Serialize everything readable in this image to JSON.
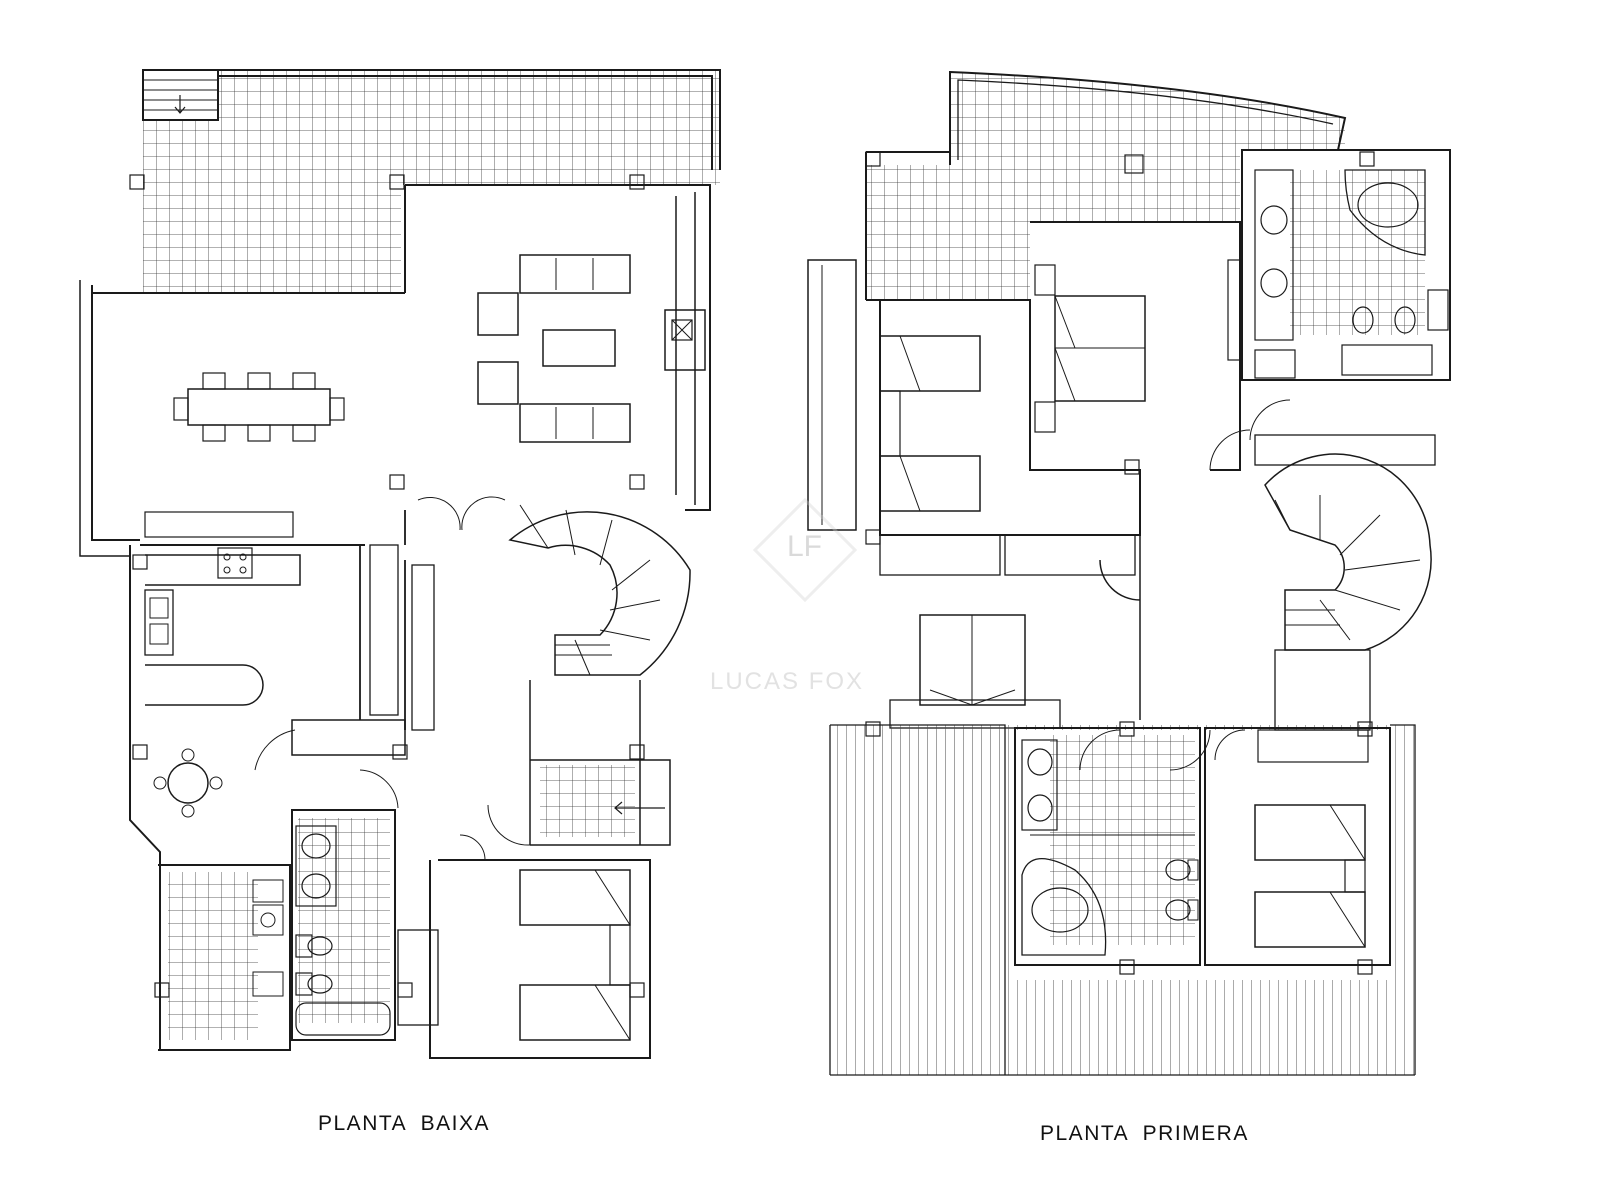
{
  "plans": {
    "ground_floor": {
      "title": "PLANTA  BAIXA"
    },
    "first_floor": {
      "title": "PLANTA  PRIMERA"
    }
  },
  "watermark": {
    "monogram": "LF",
    "name": "LUCAS FOX"
  },
  "colors": {
    "line": "#1a1a1a",
    "background": "#ffffff",
    "watermark": "#e6e6e6"
  }
}
